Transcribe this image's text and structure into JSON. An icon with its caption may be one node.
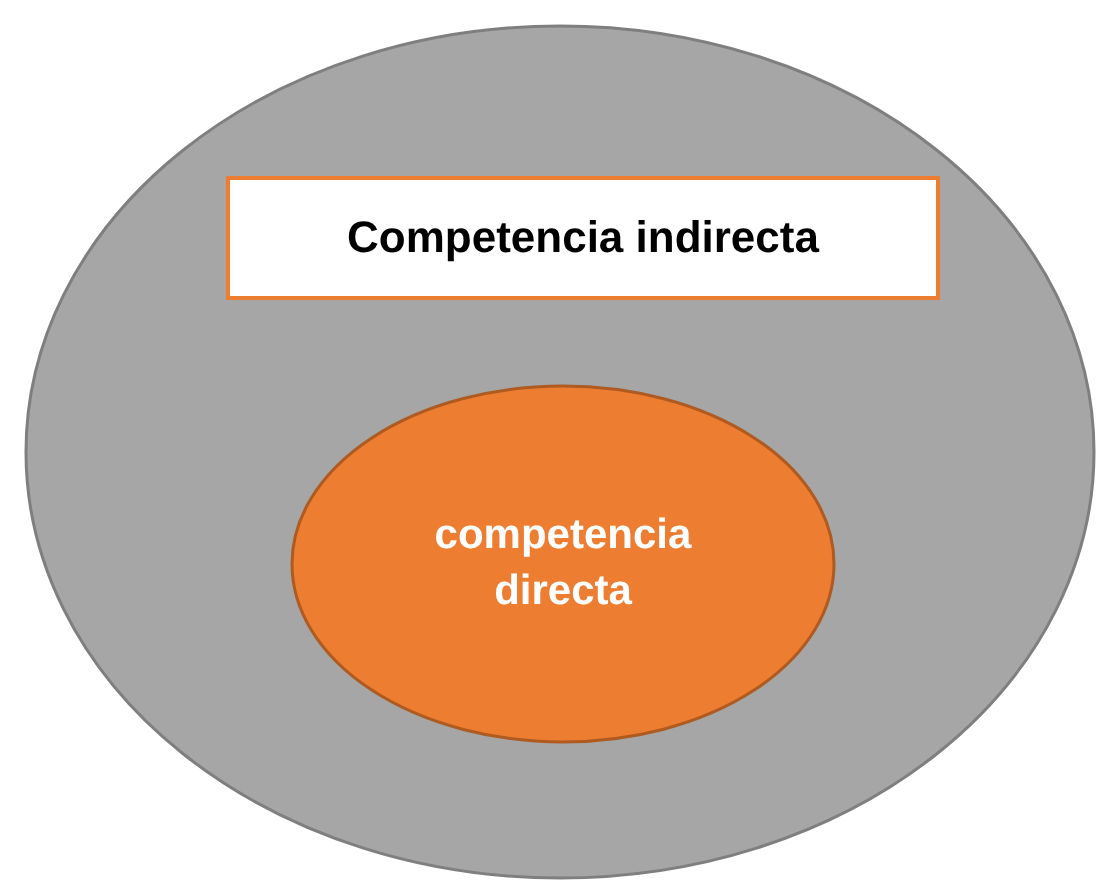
{
  "diagram": {
    "nodes": [
      {
        "text": [],
        "shape": "circle"
      },
      {
        "text": [
          "Competencia indirecta"
        ],
        "in": 0
      },
      {
        "text": [
          "competencia directa"
        ],
        "in": 0
      }
    ]
  }
}
